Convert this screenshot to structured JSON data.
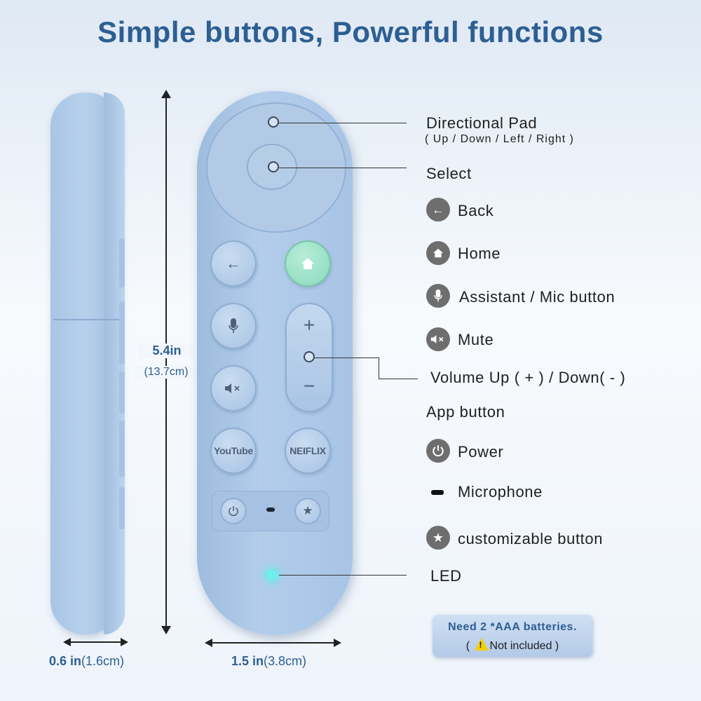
{
  "title": "Simple buttons, Powerful functions",
  "dimensions": {
    "height_main": "5.4in",
    "height_sub": "(13.7cm)",
    "depth_main": "0.6 in",
    "depth_sub": "(1.6cm)",
    "width_main": "1.5 in",
    "width_sub": "(3.8cm)"
  },
  "remote_buttons": {
    "back_icon": "arrow-left-icon",
    "home_icon": "home-icon",
    "mic_icon": "mic-icon",
    "mute_icon": "mute-icon",
    "vol_plus": "+",
    "vol_minus": "−",
    "youtube": "YouTube",
    "netflix": "NEIFLIX",
    "power_icon": "power-icon",
    "star_icon": "star-icon"
  },
  "labels": {
    "dpad": "Directional Pad",
    "dpad_sub": "( Up / Down / Left / Right )",
    "select": "Select",
    "back": "Back",
    "home": "Home",
    "assistant": "Assistant / Mic button",
    "mute": "Mute",
    "volume": "Volume Up ( + ) / Down( - )",
    "app": "App button",
    "power": "Power",
    "microphone": "Microphone",
    "custom": "customizable button",
    "led": "LED"
  },
  "battery": {
    "line1": "Need 2 *AAA batteries.",
    "line2_open": "(",
    "line2_text": "Not included )"
  },
  "colors": {
    "title": "#2d5f92",
    "remote": "#a8c4e6",
    "home_button": "#86d9bd",
    "led": "#6cf0ec"
  }
}
